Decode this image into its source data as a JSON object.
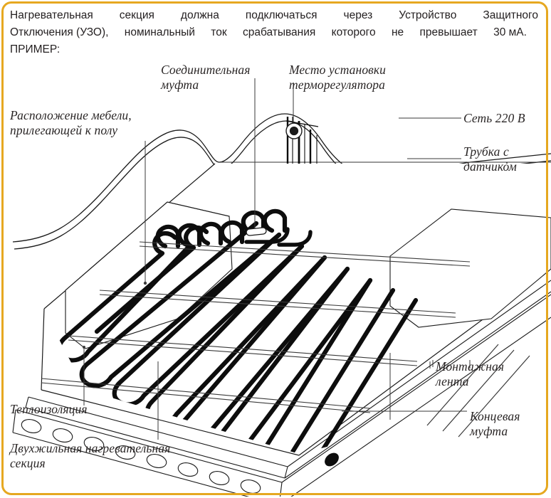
{
  "frame": {
    "border_color": "#e6a820",
    "background_color": "#ffffff"
  },
  "note": {
    "line1_part1": "Нагревательная",
    "line1_part2": "секция",
    "line1_part3": "должна",
    "line1_part4": "подключаться",
    "line1_part5": "через",
    "line1_part6": "Устройство",
    "line1_part7": "Защитного",
    "line2_part1": "Отключения (УЗО),",
    "line2_part2": "номинальный",
    "line2_part3": "ток",
    "line2_part4": "срабатывания",
    "line2_part5": "которого",
    "line2_part6": "не",
    "line2_part7": "превышает",
    "line2_part8": "30 мА.",
    "line3": "ПРИМЕР:",
    "full_text": "Нагревательная секция должна подключаться через Устройство Защитного Отключения (УЗО), номинальный ток срабатывания которого не превышает 30 мА. ПРИМЕР:"
  },
  "diagram": {
    "type": "isometric-installation-diagram",
    "subject": "Двухжильная нагревательная секция тёплого пола",
    "line_color": "#1a1a1a",
    "cable_color": "#111111",
    "thin_line_color": "#555555",
    "labels": {
      "coupling": "Соединительная\nмуфта",
      "thermostat": "Место установки\nтерморегулятора",
      "furniture": "Расположение мебели,\nприлегающей к полу",
      "mains": "Сеть 220 В",
      "sensor_tube": "Трубка с\nдатчиком",
      "mounting_tape": "Монтажная\nлента",
      "end_coupling": "Концевая\nмуфта",
      "insulation": "Теплоизоляция",
      "twin_core_section": "Двухжильная нагревательная\nсекция"
    },
    "elements": {
      "cable_runs": 13,
      "tape_strips": 4,
      "insulation_holes": 9,
      "furniture_zones": 2
    }
  }
}
